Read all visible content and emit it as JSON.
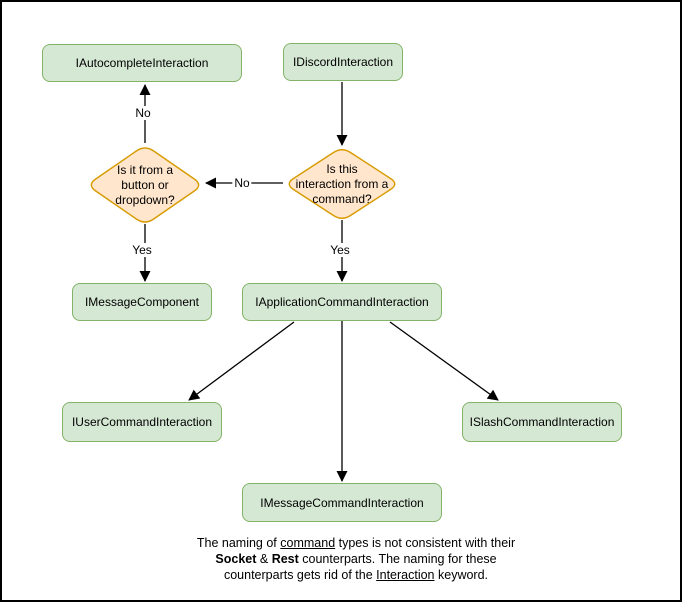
{
  "palette": {
    "window_bg": "#ffffff",
    "frame_border": "#000000",
    "node_fill": "#d5e8d4",
    "node_border": "#82b366",
    "decision_fill": "#ffe6cc",
    "decision_border": "#d79b00",
    "line_color": "#000000",
    "text_color": "#000000"
  },
  "diagram": {
    "nodes": [
      {
        "id": "autocomplete-interaction",
        "label": "IAutocompleteInteraction"
      },
      {
        "id": "discord-interaction",
        "label": "IDiscordInteraction"
      },
      {
        "id": "message-component",
        "label": "IMessageComponent"
      },
      {
        "id": "application-command-interaction",
        "label": "IApplicationCommandInteraction"
      },
      {
        "id": "user-command-interaction",
        "label": "IUserCommandInteraction"
      },
      {
        "id": "slash-command-interaction",
        "label": "ISlashCommandInteraction"
      },
      {
        "id": "message-command-interaction",
        "label": "IMessageCommandInteraction"
      }
    ],
    "decisions": [
      {
        "id": "is-from-button-or-dropdown",
        "label": "Is it from a\nbutton or\ndropdown?"
      },
      {
        "id": "is-interaction-from-command",
        "label": "Is this\ninteraction from a\ncommand?"
      }
    ],
    "edge_labels": {
      "no_to_autocomplete": "No",
      "no_to_button_dropdown": "No",
      "yes_to_message_component": "Yes",
      "yes_to_application_command": "Yes"
    },
    "caption": {
      "line1": {
        "a": "The naming of ",
        "b": "command",
        "c": " types is not consistent with their"
      },
      "line2": {
        "a": "Socket",
        "b": " & ",
        "c": "Rest",
        "d": " counterparts. The naming for these"
      },
      "line3": {
        "a": "counterparts gets rid of the ",
        "b": "Interaction",
        "c": " keyword."
      }
    }
  }
}
